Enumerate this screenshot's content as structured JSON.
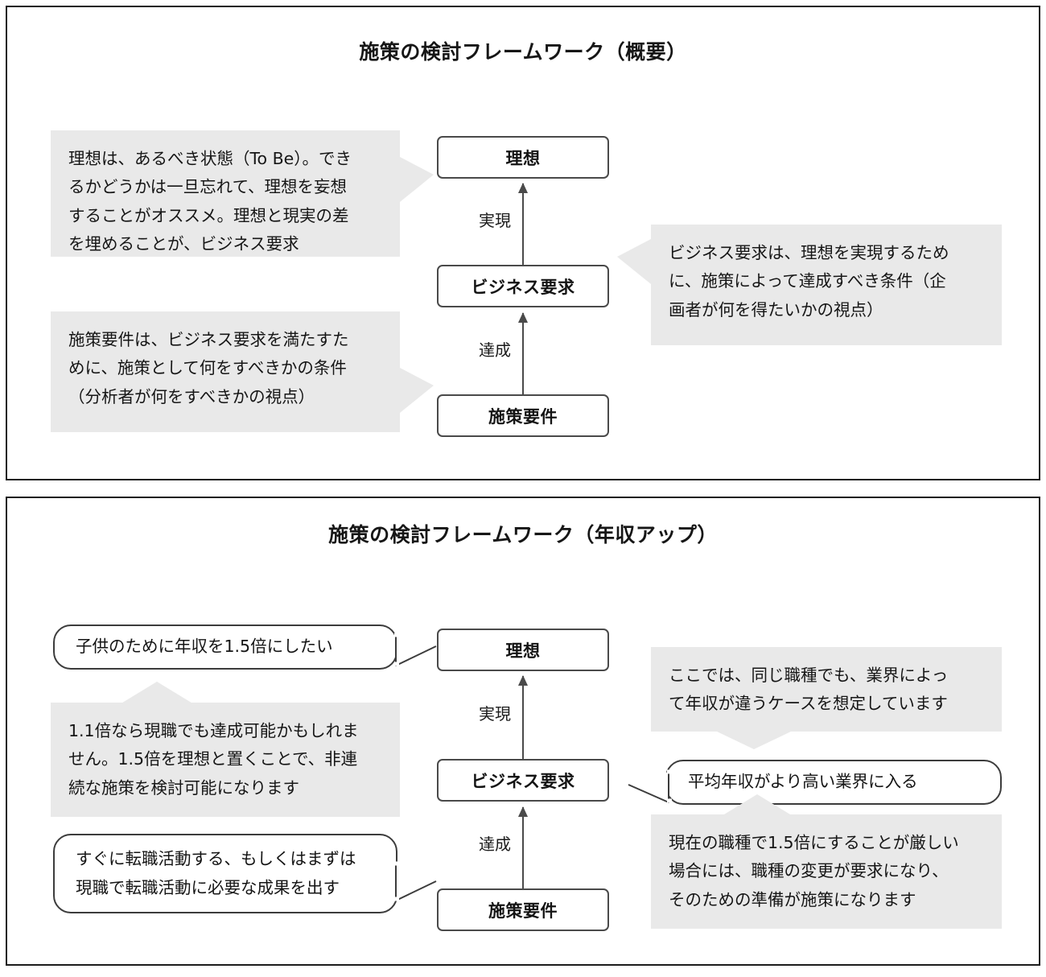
{
  "document": {
    "panels": [
      {
        "id": "overview",
        "title": "施策の検討フレームワーク（概要）",
        "flow": {
          "boxes": [
            {
              "id": "ideal",
              "label": "理想"
            },
            {
              "id": "business-req",
              "label": "ビジネス要求"
            },
            {
              "id": "measure-req",
              "label": "施策要件"
            }
          ],
          "arrows": [
            {
              "id": "arrow-achieve-ideal",
              "label": "実現",
              "from": "business-req",
              "to": "ideal"
            },
            {
              "id": "arrow-attain-req",
              "label": "達成",
              "from": "measure-req",
              "to": "business-req"
            }
          ]
        },
        "callouts": [
          {
            "id": "ideal-note",
            "style": "gray",
            "side": "left",
            "tail": "right",
            "lines": [
              "理想は、あるべき状態（To Be）。でき",
              "るかどうかは一旦忘れて、理想を妄想",
              "することがオススメ。理想と現実の差",
              "を埋めることが、ビジネス要求"
            ]
          },
          {
            "id": "measure-req-note",
            "style": "gray",
            "side": "left",
            "tail": "right",
            "lines": [
              "施策要件は、ビジネス要求を満たすた",
              "めに、施策として何をすべきかの条件",
              "（分析者が何をすべきかの視点）"
            ]
          },
          {
            "id": "business-req-note",
            "style": "gray",
            "side": "right",
            "tail": "left",
            "lines": [
              "ビジネス要求は、理想を実現するため",
              "に、施策によって達成すべき条件（企",
              "画者が何を得たいかの視点）"
            ]
          }
        ]
      },
      {
        "id": "income",
        "title": "施策の検討フレームワーク（年収アップ）",
        "flow": {
          "boxes": [
            {
              "id": "ideal",
              "label": "理想"
            },
            {
              "id": "business-req",
              "label": "ビジネス要求"
            },
            {
              "id": "measure-req",
              "label": "施策要件"
            }
          ],
          "arrows": [
            {
              "id": "arrow-achieve-ideal",
              "label": "実現",
              "from": "business-req",
              "to": "ideal"
            },
            {
              "id": "arrow-attain-req",
              "label": "達成",
              "from": "measure-req",
              "to": "business-req"
            }
          ]
        },
        "callouts": [
          {
            "id": "ideal-example",
            "style": "bubble",
            "side": "left",
            "tail": "right",
            "lines": [
              "子供のために年収を1.5倍にしたい"
            ]
          },
          {
            "id": "ideal-explanation",
            "style": "gray",
            "side": "left",
            "tail": "up",
            "lines": [
              "1.1倍なら現職でも達成可能かもしれま",
              "せん。1.5倍を理想と置くことで、非連",
              "続な施策を検討可能になります"
            ]
          },
          {
            "id": "measure-req-example",
            "style": "bubble",
            "side": "left",
            "tail": "right",
            "lines": [
              "すぐに転職活動する、もしくはまずは",
              "現職で転職活動に必要な成果を出す"
            ]
          },
          {
            "id": "assumption-note",
            "style": "gray",
            "side": "right",
            "tail": "down",
            "lines": [
              "ここでは、同じ職種でも、業界によっ",
              "て年収が違うケースを想定しています"
            ]
          },
          {
            "id": "business-req-example",
            "style": "bubble",
            "side": "right",
            "tail": "left",
            "lines": [
              "平均年収がより高い業界に入る"
            ]
          },
          {
            "id": "measure-req-explanation",
            "style": "gray",
            "side": "right",
            "tail": "up",
            "lines": [
              "現在の職種で1.5倍にすることが厳しい",
              "場合には、職種の変更が要求になり、",
              "そのための準備が施策になります"
            ]
          }
        ]
      }
    ],
    "colors": {
      "panel_border": "#1c1c1c",
      "box_border": "#4a4a4a",
      "callout_gray": "#e9e9e9",
      "bubble_border": "#3c3c3c",
      "text": "#161616",
      "background": "#ffffff"
    }
  }
}
